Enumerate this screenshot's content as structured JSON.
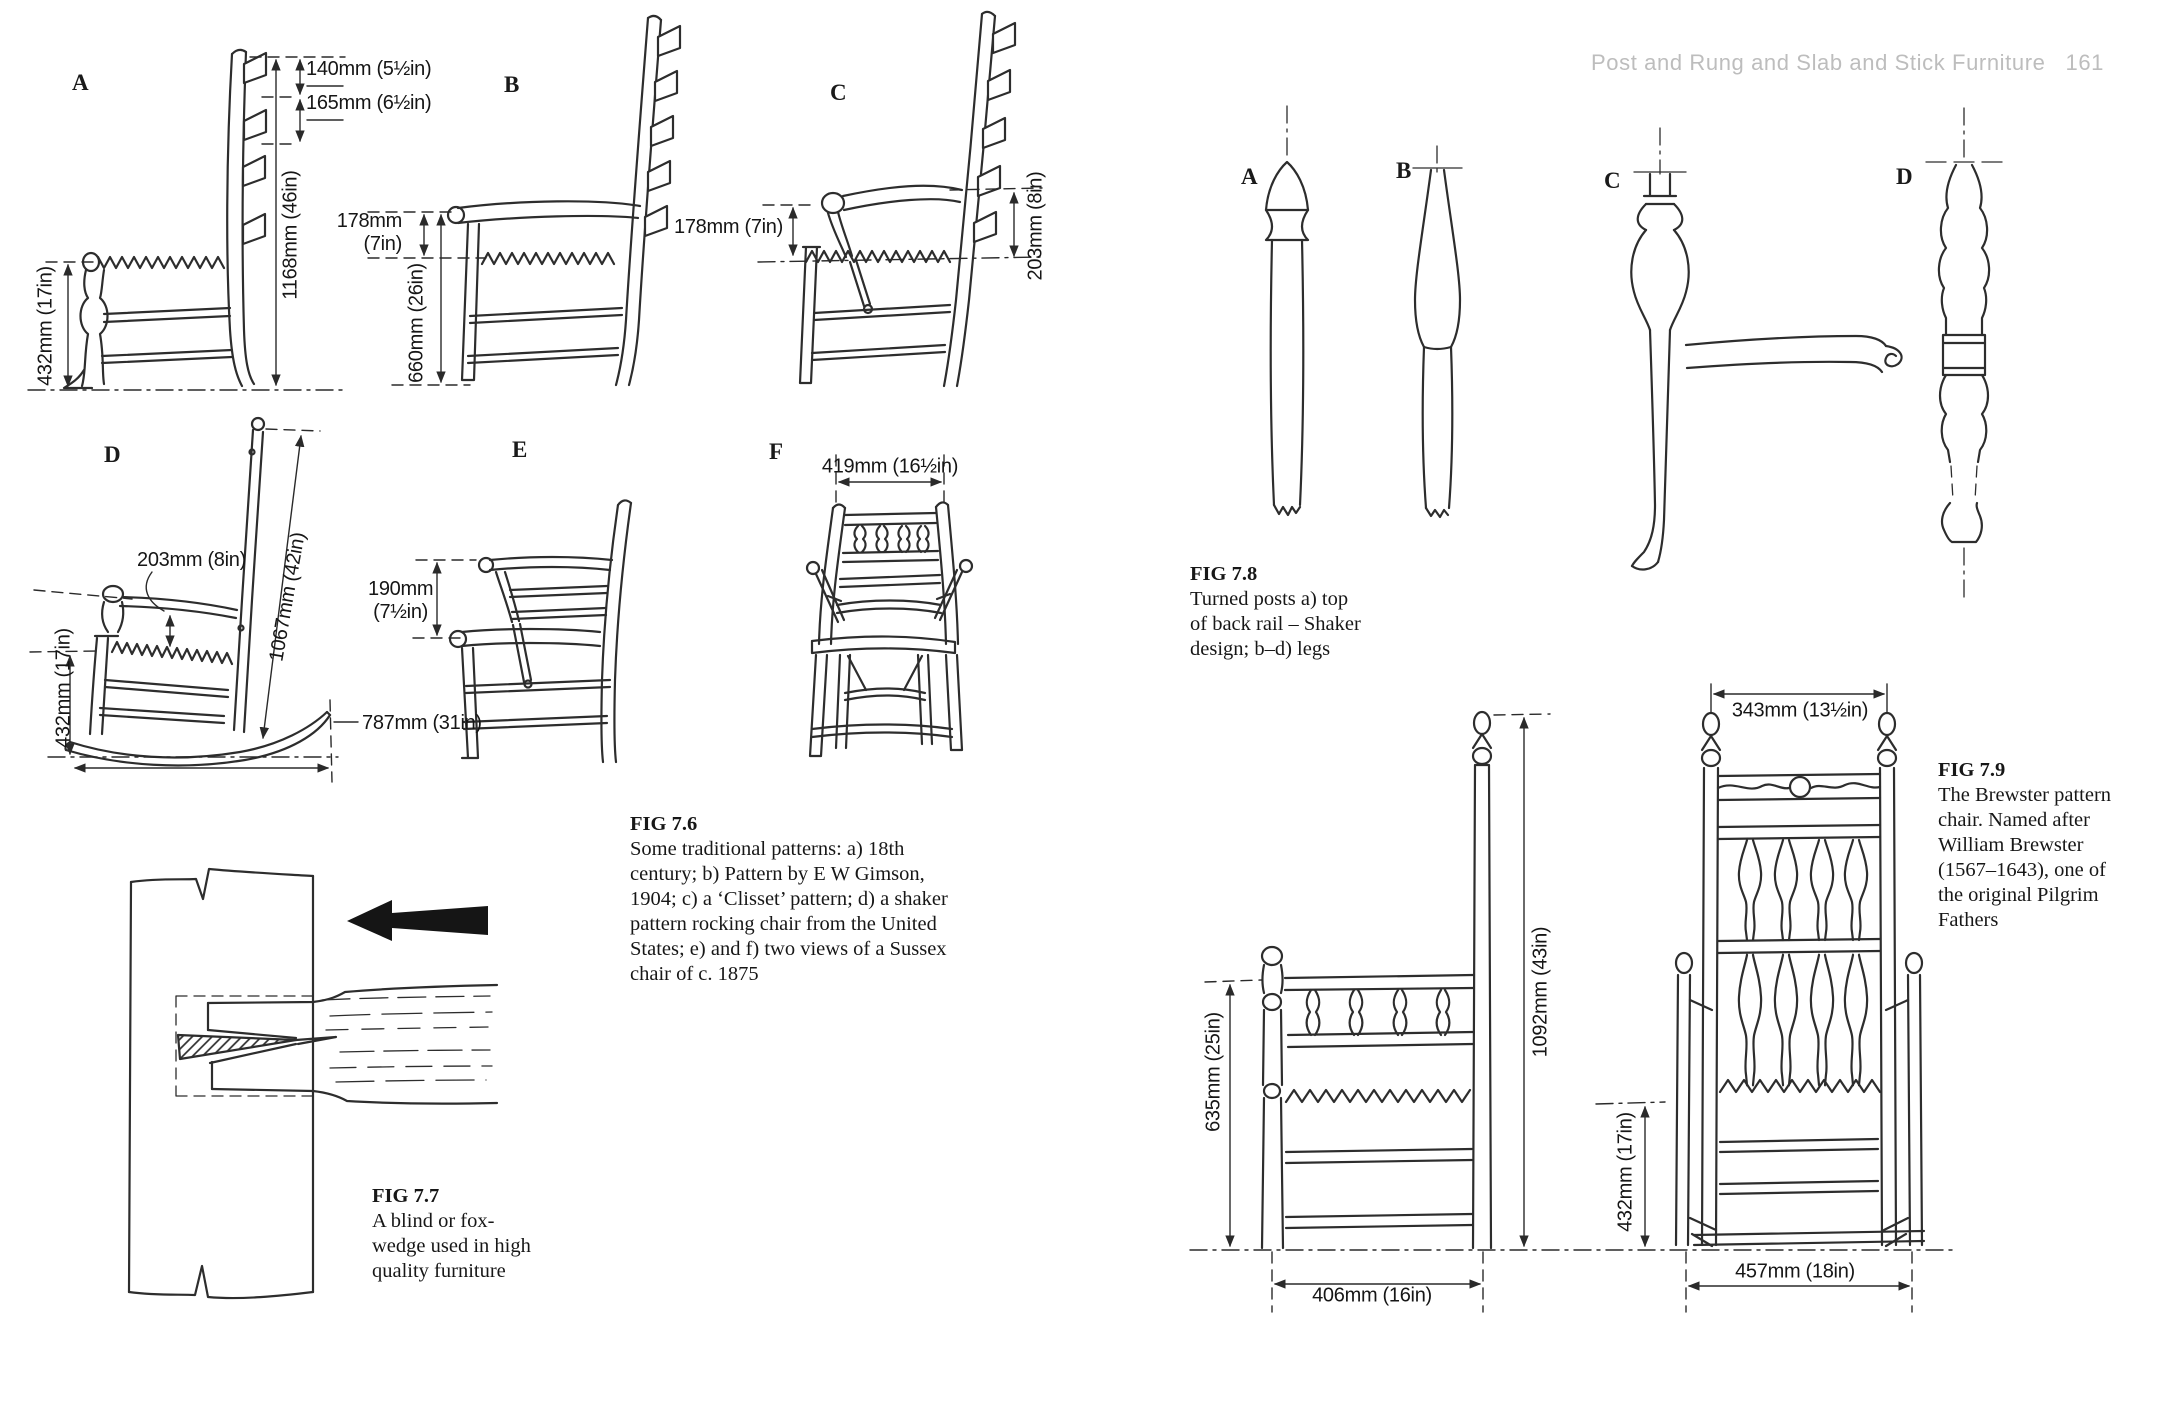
{
  "header": {
    "title": "Post and Rung and Slab and Stick Furniture",
    "page": "161"
  },
  "colors": {
    "ink": "#2d2d2d",
    "header_text": "#bdbdbd",
    "paper": "#ffffff"
  },
  "fig76": {
    "chair_labels": {
      "a": "A",
      "b": "B",
      "c": "C",
      "d": "D",
      "e": "E",
      "f": "F"
    },
    "dims": {
      "a_slat_gap_top": "140mm (5½in)",
      "a_slat_gap_bottom": "165mm (6½in)",
      "a_height": "1168mm (46in)",
      "a_seat_height": "432mm (17in)",
      "b_rail_line1": "178mm",
      "b_rail_line2": "(7in)",
      "b_height": "660mm (26in)",
      "c_rail": "178mm (7in)",
      "c_back": "203mm (8in)",
      "d_arm": "203mm (8in)",
      "d_height": "1067mm (42in)",
      "d_seat_height": "432mm (17in)",
      "d_length": "787mm (31in)",
      "e_arm_line1": "190mm",
      "e_arm_line2": "(7½in)",
      "f_width": "419mm (16½in)"
    },
    "caption_title": "FIG 7.6",
    "caption_lines": [
      "Some traditional patterns: a) 18th",
      "century; b) Pattern by E W Gimson,",
      "1904; c) a ‘Clisset’ pattern; d) a shaker",
      "pattern rocking chair from the United",
      "States; e) and f) two views of a Sussex",
      "chair of c. 1875"
    ]
  },
  "fig77": {
    "caption_title": "FIG 7.7",
    "caption_lines": [
      "A blind or fox-",
      "wedge used in high",
      "quality furniture"
    ]
  },
  "fig78": {
    "labels": {
      "a": "A",
      "b": "B",
      "c": "C",
      "d": "D"
    },
    "caption_title": "FIG 7.8",
    "caption_lines": [
      "Turned posts a) top",
      "of back rail – Shaker",
      "design; b–d) legs"
    ]
  },
  "fig79": {
    "dims": {
      "back_width": "343mm (13½in)",
      "total_height": "1092mm (43in)",
      "front_height": "635mm (25in)",
      "seat_height": "432mm (17in)",
      "seat_width": "406mm (16in)",
      "base_width": "457mm (18in)"
    },
    "caption_title": "FIG 7.9",
    "caption_lines": [
      "The Brewster pattern",
      "chair. Named after",
      "William Brewster",
      "(1567–1643), one of",
      "the original Pilgrim",
      "Fathers"
    ]
  }
}
